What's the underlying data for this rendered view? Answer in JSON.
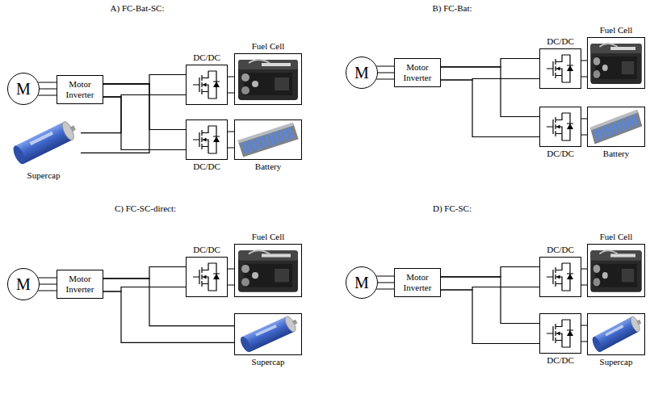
{
  "diagram": {
    "nodes": [
      {
        "text": [
          "M"
        ]
      },
      {
        "text": [
          "Motor Inverter"
        ]
      },
      {
        "text": [
          "DC/DC"
        ]
      },
      {
        "text": [
          "Fuel Cell"
        ]
      },
      {
        "text": [
          "DC/DC"
        ]
      },
      {
        "text": [
          "Battery"
        ]
      },
      {
        "text": [
          "Supercap"
        ]
      },
      {
        "text": [
          "M"
        ]
      },
      {
        "text": [
          "Motor Inverter"
        ]
      },
      {
        "text": [
          "DC/DC"
        ]
      },
      {
        "text": [
          "Fuel Cell"
        ]
      },
      {
        "text": [
          "DC/DC"
        ]
      },
      {
        "text": [
          "Battery"
        ]
      },
      {
        "text": [
          "M"
        ]
      },
      {
        "text": [
          "Motor Inverter"
        ]
      },
      {
        "text": [
          "DC/DC"
        ]
      },
      {
        "text": [
          "Fuel Cell"
        ]
      },
      {
        "text": [
          "Supercap"
        ]
      },
      {
        "text": [
          "M"
        ]
      },
      {
        "text": [
          "Motor Inverter"
        ]
      },
      {
        "text": [
          "DC/DC"
        ]
      },
      {
        "text": [
          "Fuel Cell"
        ]
      },
      {
        "text": [
          "DC/DC"
        ]
      },
      {
        "text": [
          "Supercap"
        ]
      }
    ],
    "edges": [
      {
        "from": 0,
        "to": 1,
        "arrow": "none"
      },
      {
        "from": 1,
        "to": 2,
        "arrow": "none"
      },
      {
        "from": 1,
        "to": 4,
        "arrow": "none"
      },
      {
        "from": 6,
        "to": 1,
        "arrow": "none"
      },
      {
        "from": 2,
        "to": 3,
        "arrow": "none"
      },
      {
        "from": 4,
        "to": 5,
        "arrow": "none"
      },
      {
        "from": 7,
        "to": 8,
        "arrow": "none"
      },
      {
        "from": 8,
        "to": 9,
        "arrow": "none"
      },
      {
        "from": 8,
        "to": 11,
        "arrow": "none"
      },
      {
        "from": 9,
        "to": 10,
        "arrow": "none"
      },
      {
        "from": 11,
        "to": 12,
        "arrow": "none"
      },
      {
        "from": 13,
        "to": 14,
        "arrow": "none"
      },
      {
        "from": 14,
        "to": 15,
        "arrow": "none"
      },
      {
        "from": 14,
        "to": 17,
        "arrow": "none"
      },
      {
        "from": 15,
        "to": 16,
        "arrow": "none"
      },
      {
        "from": 18,
        "to": 19,
        "arrow": "none"
      },
      {
        "from": 19,
        "to": 20,
        "arrow": "none"
      },
      {
        "from": 19,
        "to": 22,
        "arrow": "none"
      },
      {
        "from": 20,
        "to": 21,
        "arrow": "none"
      },
      {
        "from": 22,
        "to": 23,
        "arrow": "none"
      }
    ],
    "labels": [
      "A) FC-Bat-SC:",
      "B) FC-Bat:",
      "C) FC-SC-direct:",
      "D) FC-SC:"
    ]
  }
}
